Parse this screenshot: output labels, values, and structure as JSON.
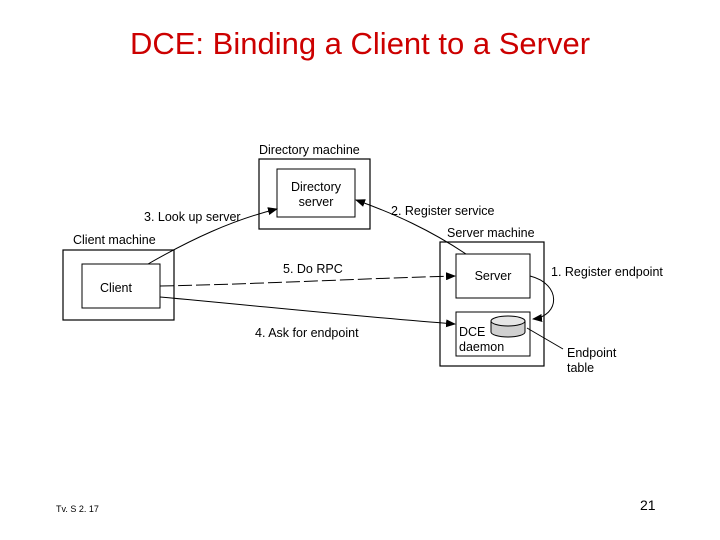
{
  "slide": {
    "title": "DCE: Binding a Client to a Server",
    "footer_left": "Tv. S 2. 17",
    "page_number": "21"
  },
  "diagram": {
    "directory_machine_label": "Directory machine",
    "directory_server_line1": "Directory",
    "directory_server_line2": "server",
    "client_machine_label": "Client machine",
    "client_label": "Client",
    "server_machine_label": "Server machine",
    "server_label": "Server",
    "dce_daemon_line1": "DCE",
    "dce_daemon_line2": "daemon",
    "endpoint_table_line1": "Endpoint",
    "endpoint_table_line2": "table",
    "steps": {
      "register_endpoint": "1. Register endpoint",
      "register_service": "2. Register service",
      "look_up_server": "3. Look up server",
      "ask_for_endpoint": "4. Ask for endpoint",
      "do_rpc": "5. Do RPC"
    }
  }
}
